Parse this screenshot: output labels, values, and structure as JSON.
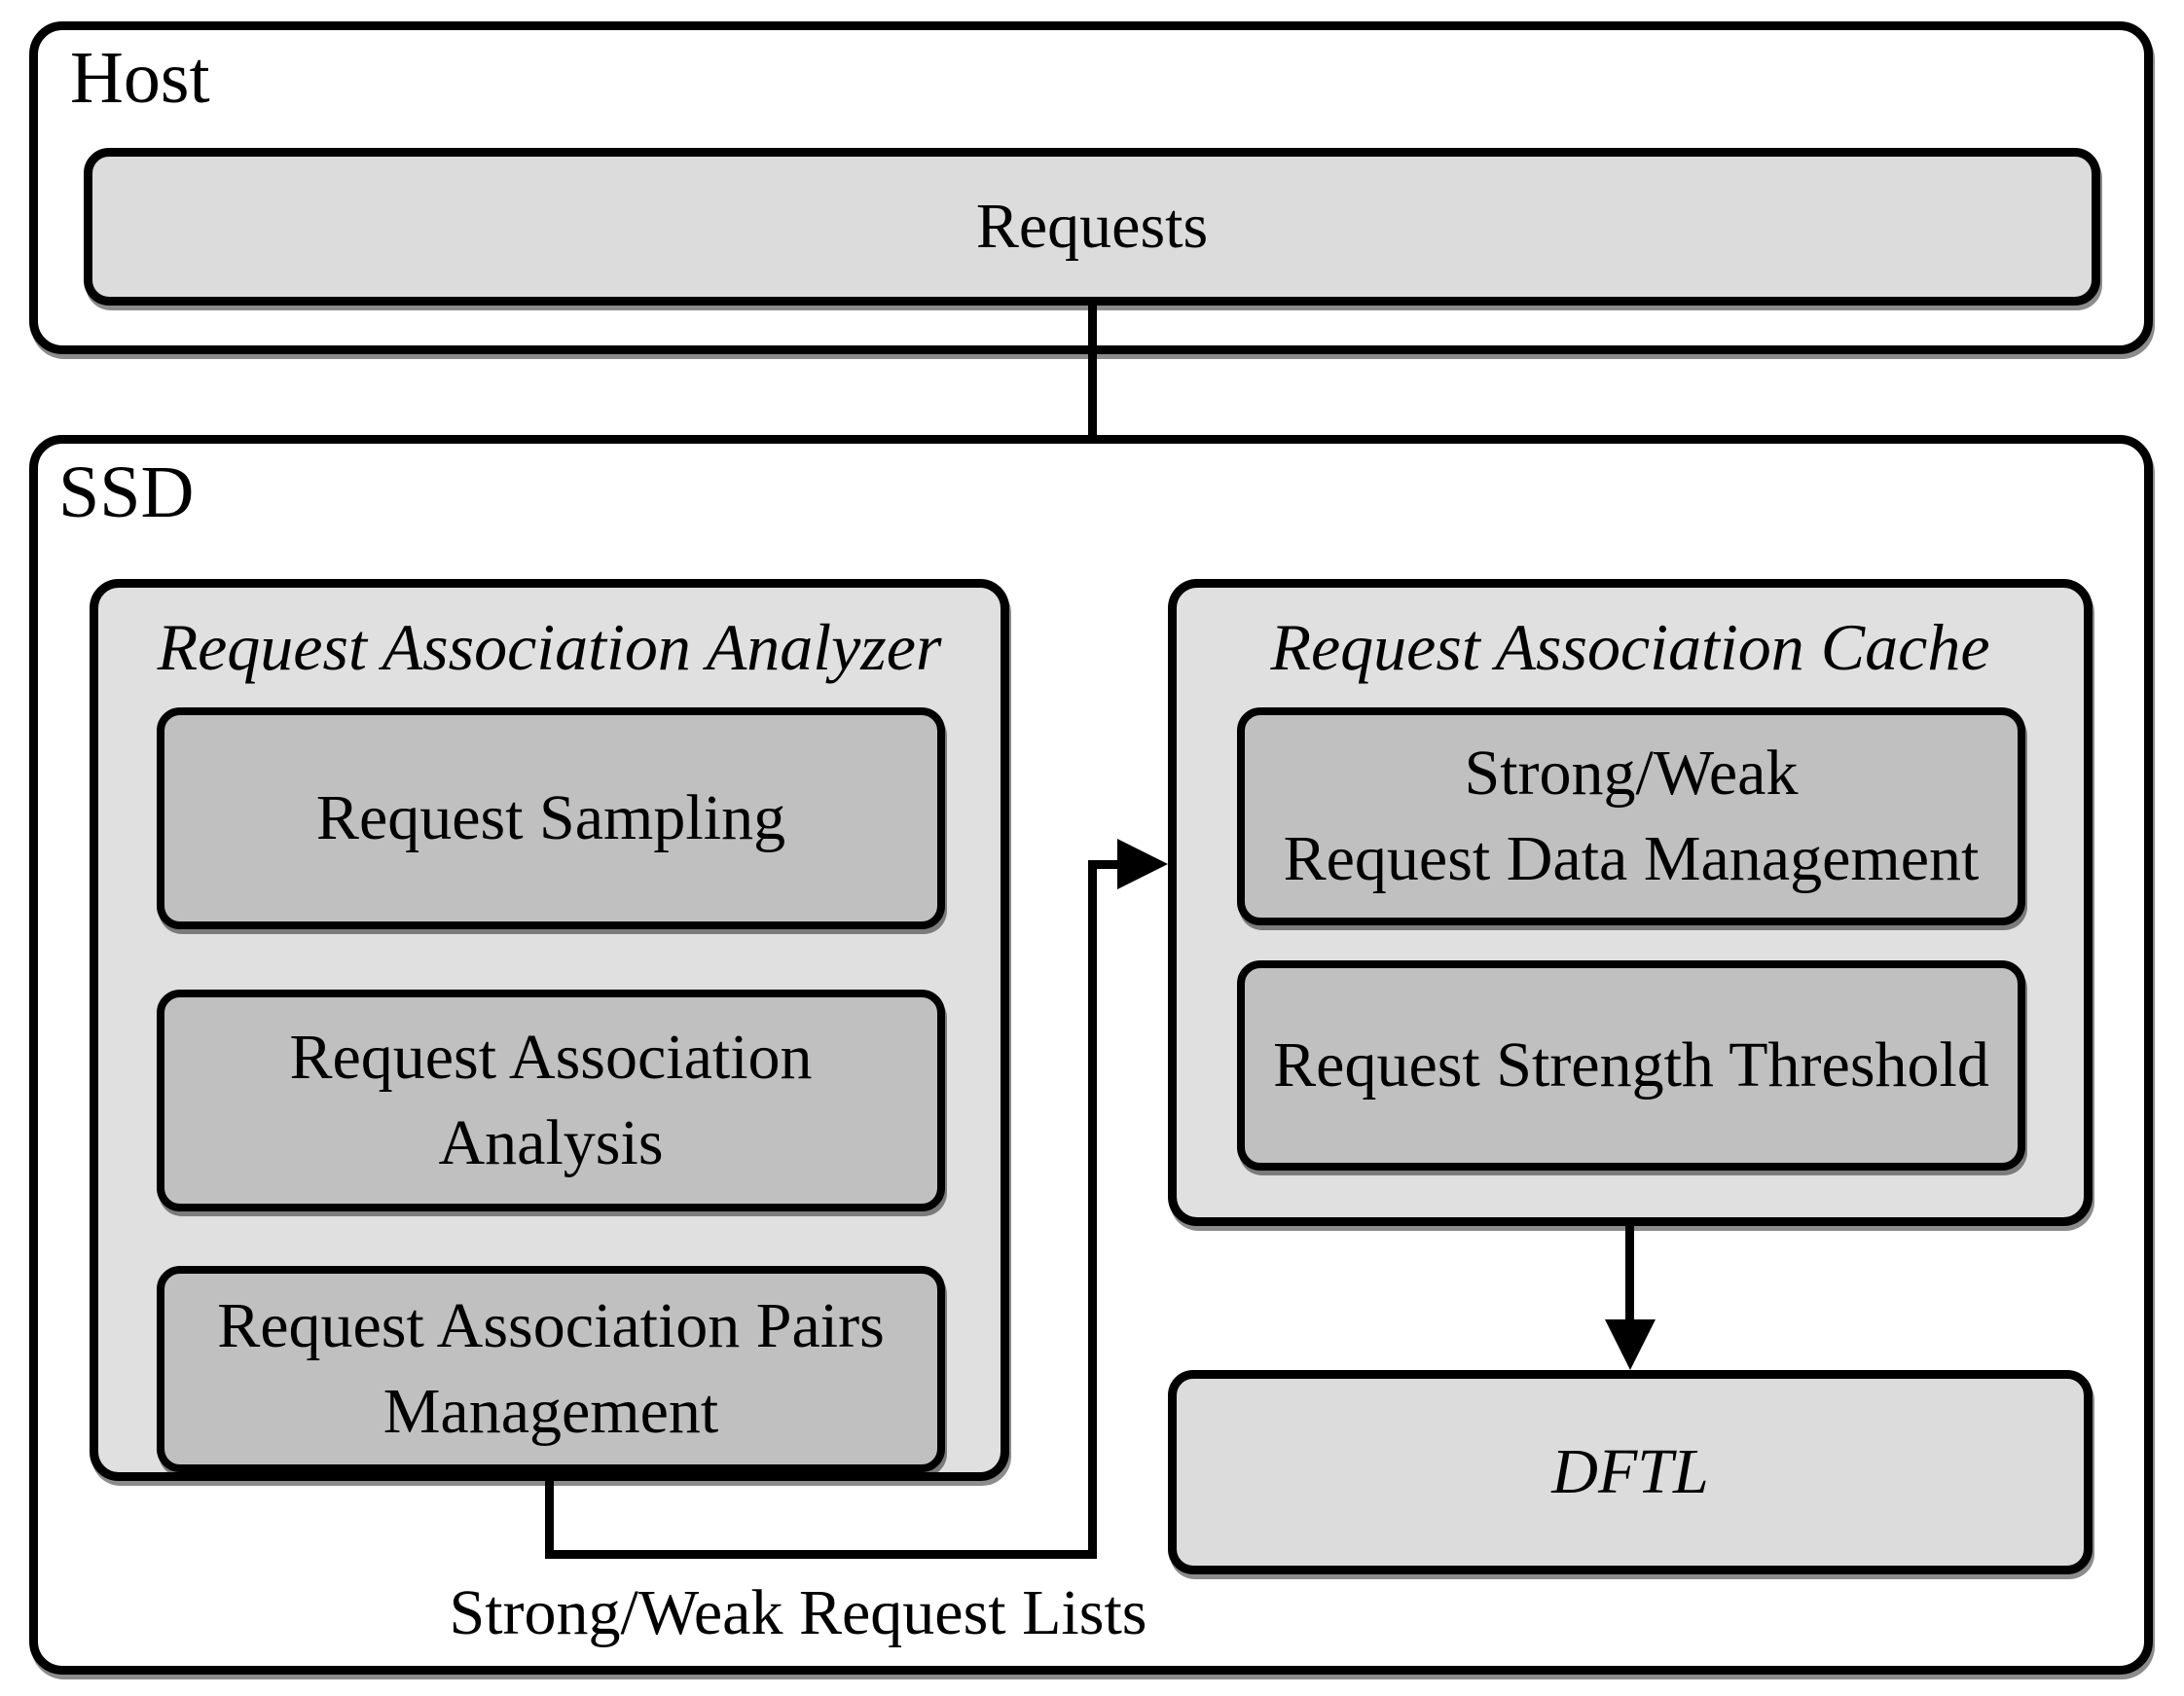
{
  "diagram": {
    "host": {
      "label": "Host",
      "requests": "Requests"
    },
    "ssd": {
      "label": "SSD",
      "analyzer": {
        "title": "Request Association Analyzer",
        "boxes": [
          {
            "lines": [
              "Request Sampling"
            ]
          },
          {
            "lines": [
              "Request Association",
              "Analysis"
            ]
          },
          {
            "lines": [
              "Request Association Pairs",
              "Management"
            ]
          }
        ]
      },
      "cache": {
        "title": "Request Association Cache",
        "boxes": [
          {
            "lines": [
              "Strong/Weak",
              "Request Data Management"
            ]
          },
          {
            "lines": [
              "Request Strength Threshold"
            ]
          }
        ]
      },
      "dftl": "DFTL",
      "lists_label": "Strong/Weak Request Lists"
    },
    "colors": {
      "border": "#000000",
      "container_fill": "#ffffff",
      "node_fill": "#dcdcdc",
      "panel_fill": "#e0e0e0",
      "inner_fill": "#c0c0c0"
    }
  }
}
